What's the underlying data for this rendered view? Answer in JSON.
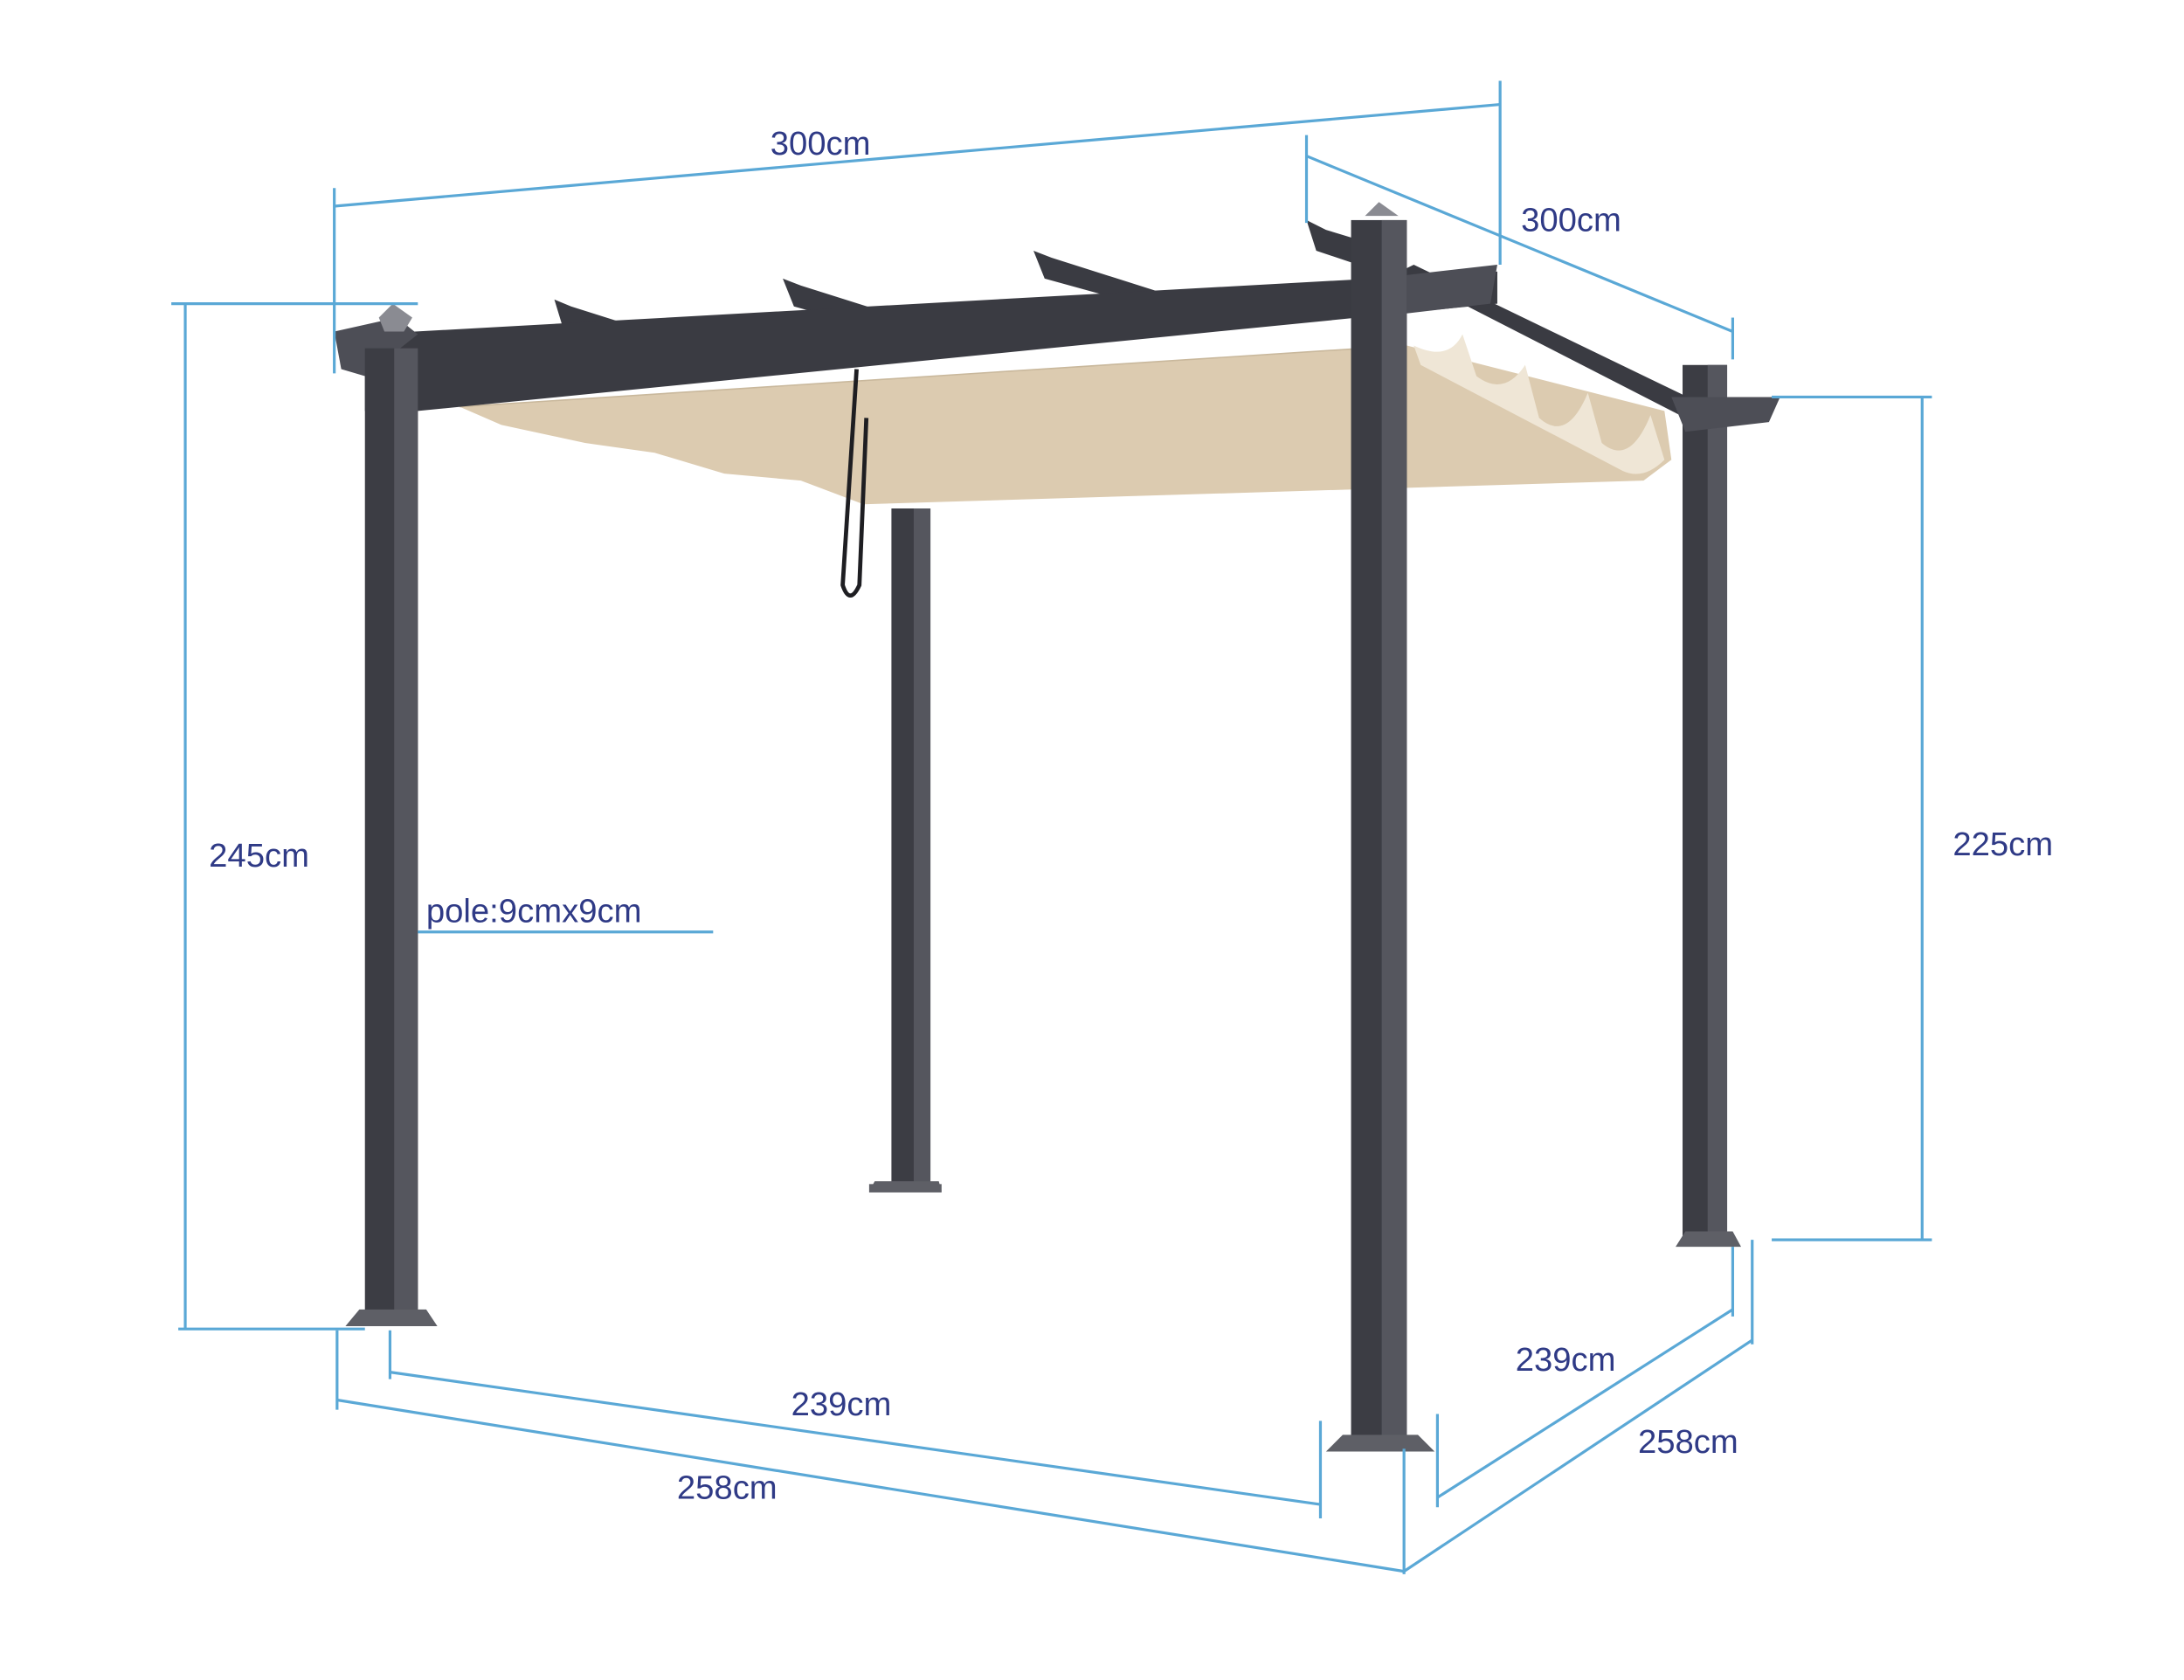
{
  "diagram": {
    "subject": "Pergola with retractable canopy",
    "colors": {
      "dimension_line": "#5aa8d6",
      "label_text": "#2f3a86",
      "frame": "#3c3d44",
      "canopy": "#dccbb0"
    },
    "dimensions": {
      "top_width": "300cm",
      "top_depth": "300cm",
      "height_left": "245cm",
      "height_right": "225cm",
      "pole_size": "pole:9cmx9cm",
      "base_width_inner": "239cm",
      "base_width_outer": "258cm",
      "base_depth_inner": "239cm",
      "base_depth_outer": "258cm"
    }
  }
}
